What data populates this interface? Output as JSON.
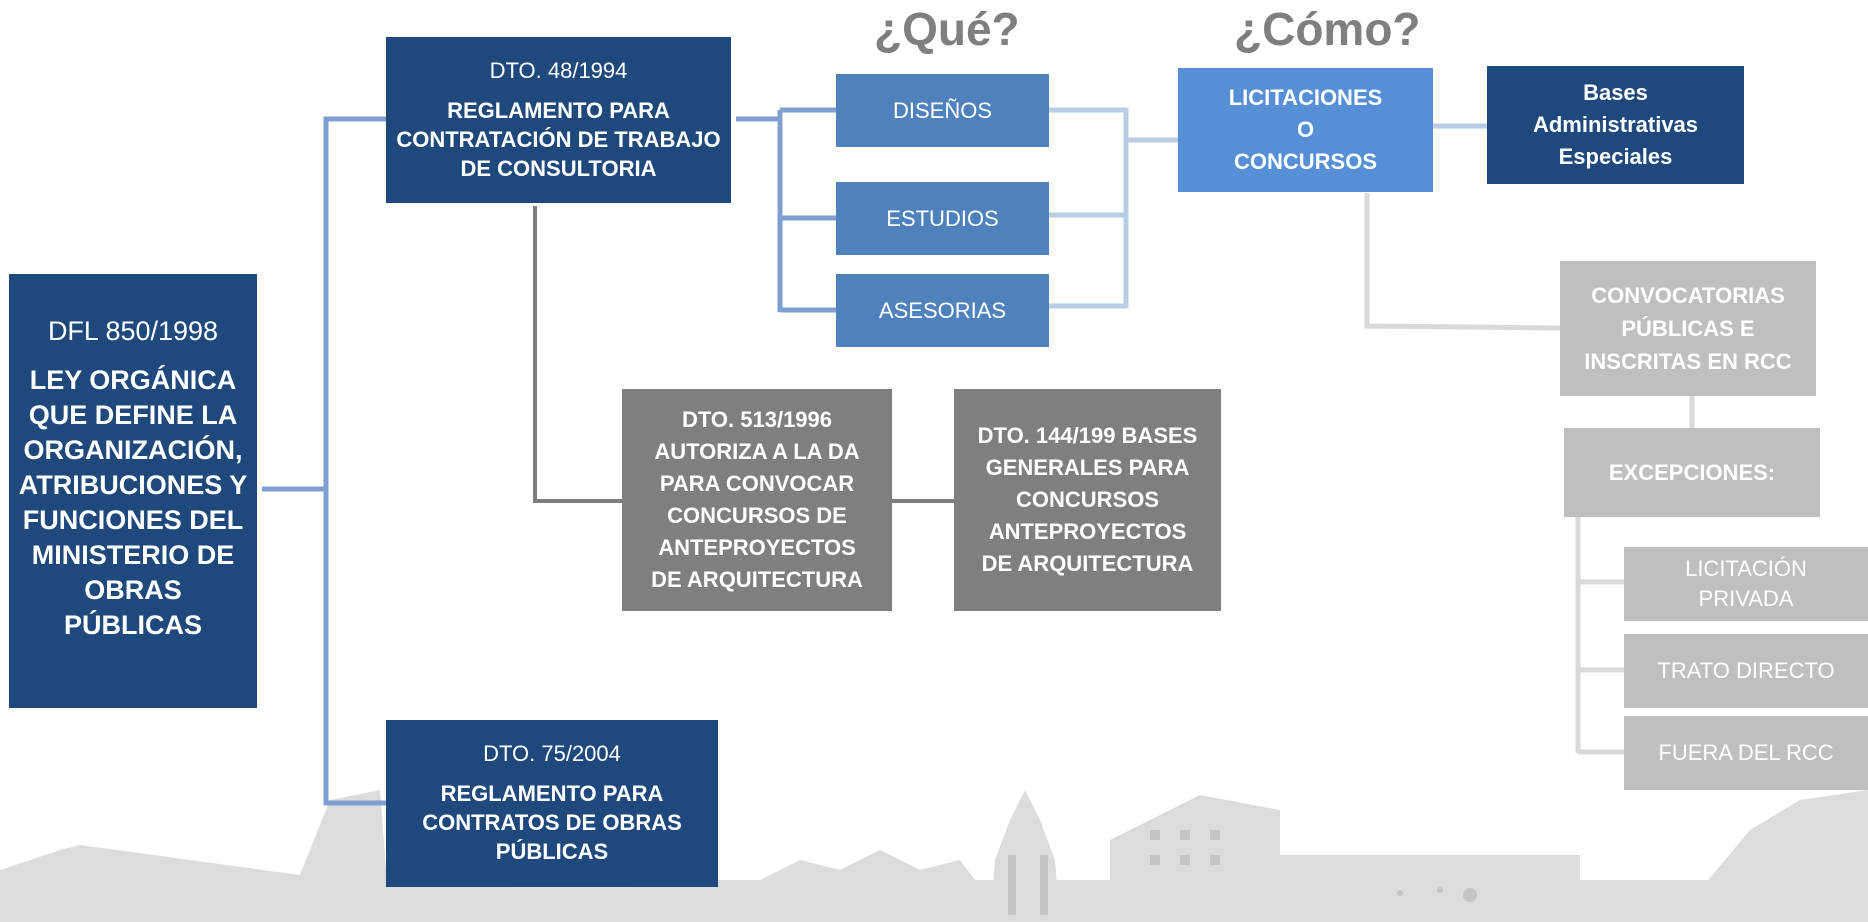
{
  "headers": {
    "que": "¿Qué?",
    "como": "¿Cómo?"
  },
  "root": {
    "code": "DFL 850/1998",
    "title": "LEY ORGÁNICA QUE DEFINE LA ORGANIZACIÓN, ATRIBUCIONES Y FUNCIONES DEL MINISTERIO DE OBRAS PÚBLICAS"
  },
  "dto48": {
    "code": "DTO. 48/1994",
    "title": "REGLAMENTO PARA CONTRATACIÓN DE TRABAJO DE CONSULTORIA"
  },
  "dto75": {
    "code": "DTO. 75/2004",
    "title": "REGLAMENTO PARA CONTRATOS DE OBRAS PÚBLICAS"
  },
  "que_items": [
    "DISEÑOS",
    "ESTUDIOS",
    "ASESORIAS"
  ],
  "licitaciones": {
    "line1": "LICITACIONES",
    "line2": "O",
    "line3": "CONCURSOS"
  },
  "bases_admin": "Bases Administrativas Especiales",
  "convocatorias": "CONVOCATORIAS PÚBLICAS E INSCRITAS EN RCC",
  "excepciones": "EXCEPCIONES:",
  "excepcion_items": [
    "LICITACIÓN PRIVADA",
    "TRATO DIRECTO",
    "FUERA DEL RCC"
  ],
  "dto513": "DTO. 513/1996 AUTORIZA A LA DA PARA CONVOCAR CONCURSOS DE ANTEPROYECTOS DE ARQUITECTURA",
  "dto144": "DTO. 144/199 BASES GENERALES PARA CONCURSOS ANTEPROYECTOS DE ARQUITECTURA",
  "colors": {
    "dark_blue": "#1f497d",
    "mid_blue": "#4f81bd",
    "bright_blue": "#568fd6",
    "gray": "#7f7f7f",
    "light_gray": "#bfbfbf",
    "connector_blue": "#7f9fd0",
    "connector_light": "#b8cce4"
  }
}
